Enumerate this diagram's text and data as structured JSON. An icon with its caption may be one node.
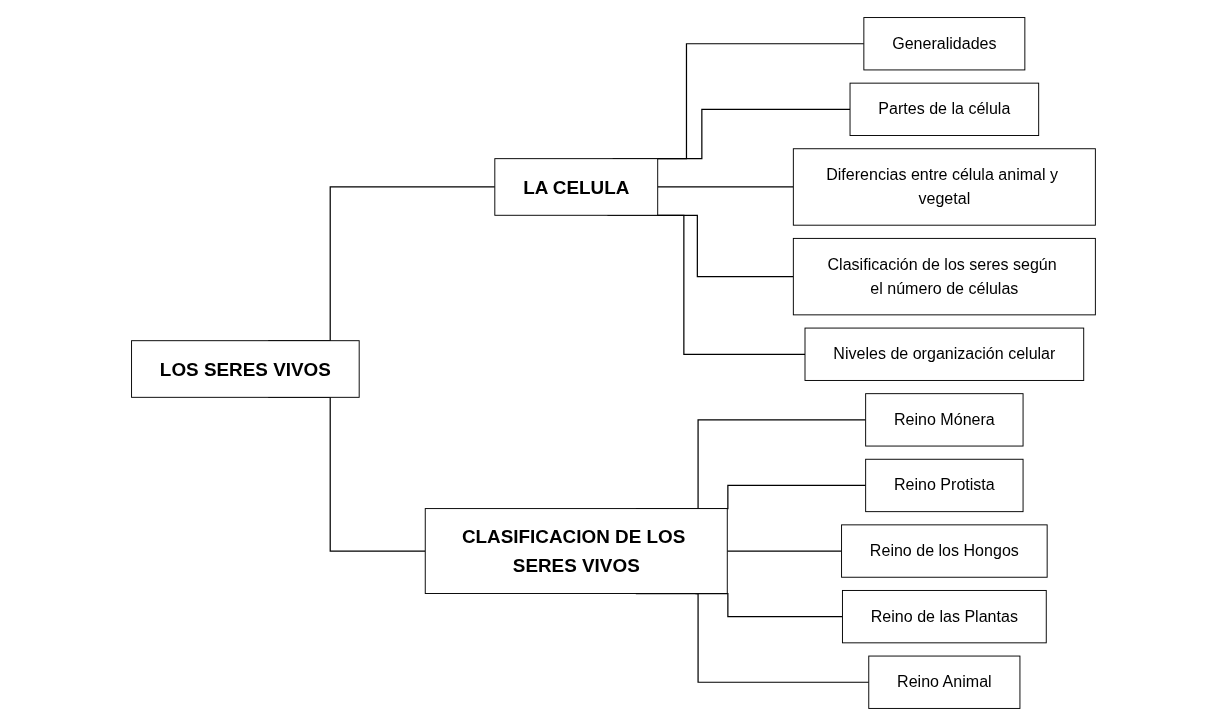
{
  "diagram": {
    "nodes": [
      {
        "text": [
          "LOS SERES VIVOS"
        ]
      },
      {
        "text": [
          "LA CELULA"
        ]
      },
      {
        "text": [
          "CLASIFICACION DE LOS SERES VIVOS"
        ]
      },
      {
        "text": [
          "Generalidades"
        ]
      },
      {
        "text": [
          "Partes de la célula"
        ]
      },
      {
        "text": [
          "Diferencias entre célula animal y vegetal"
        ]
      },
      {
        "text": [
          "Clasificación de los seres según el número de células"
        ]
      },
      {
        "text": [
          "Niveles de organización celular"
        ]
      },
      {
        "text": [
          "Reino Mónera"
        ]
      },
      {
        "text": [
          "Reino Protista"
        ]
      },
      {
        "text": [
          "Reino de los Hongos"
        ]
      },
      {
        "text": [
          "Reino de las Plantas"
        ]
      },
      {
        "text": [
          "Reino Animal"
        ]
      }
    ],
    "edges": [
      {
        "from": 0,
        "to": 1,
        "arrow": "none"
      },
      {
        "from": 0,
        "to": 2,
        "arrow": "none"
      },
      {
        "from": 1,
        "to": 3,
        "arrow": "none"
      },
      {
        "from": 1,
        "to": 4,
        "arrow": "none"
      },
      {
        "from": 1,
        "to": 5,
        "arrow": "none"
      },
      {
        "from": 1,
        "to": 6,
        "arrow": "none"
      },
      {
        "from": 1,
        "to": 7,
        "arrow": "none"
      },
      {
        "from": 2,
        "to": 8,
        "arrow": "none"
      },
      {
        "from": 2,
        "to": 9,
        "arrow": "none"
      },
      {
        "from": 2,
        "to": 10,
        "arrow": "none"
      },
      {
        "from": 2,
        "to": 11,
        "arrow": "none"
      },
      {
        "from": 2,
        "to": 12,
        "arrow": "none"
      }
    ]
  }
}
